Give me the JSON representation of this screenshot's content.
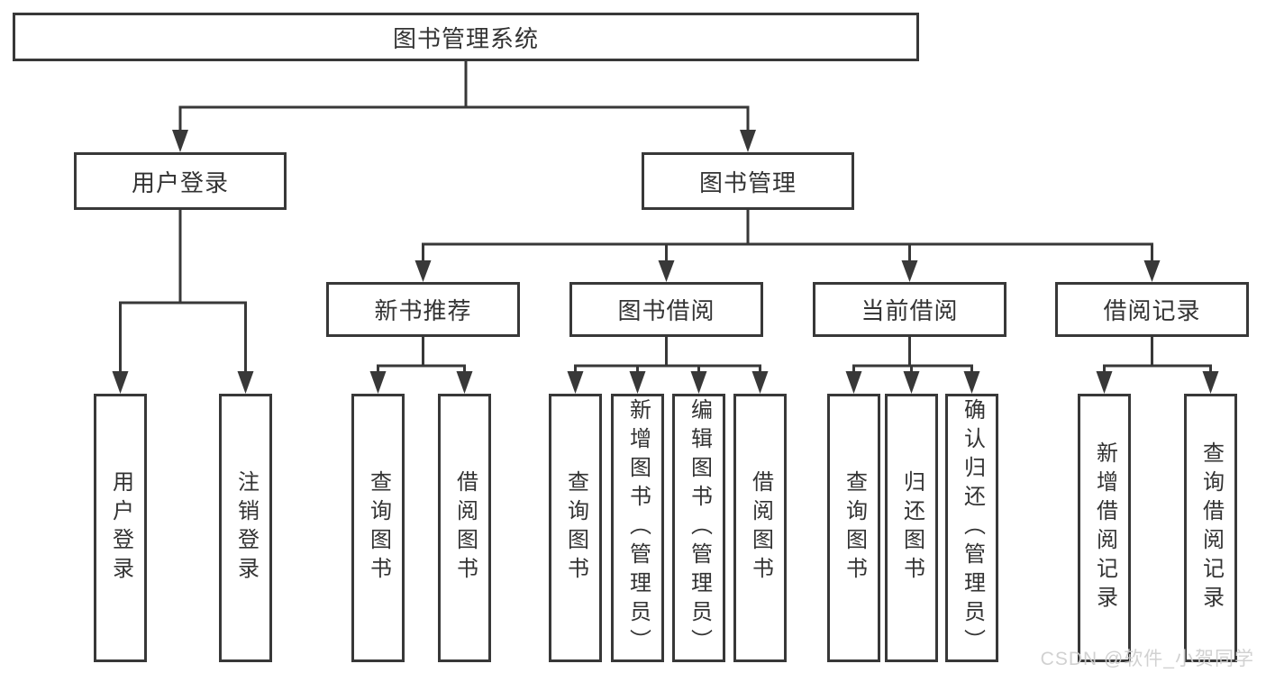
{
  "diagram": {
    "root_label": "图书管理系统",
    "level2": [
      {
        "label": "用户登录"
      },
      {
        "label": "图书管理"
      }
    ],
    "level3": [
      {
        "label": "新书推荐"
      },
      {
        "label": "图书借阅"
      },
      {
        "label": "当前借阅"
      },
      {
        "label": "借阅记录"
      }
    ],
    "leaves": {
      "user": [
        "用户登录",
        "注销登录"
      ],
      "recommend": [
        "查询图书",
        "借阅图书"
      ],
      "borrow": [
        "查询图书",
        "新增图书（管理员）",
        "编辑图书（管理员）",
        "借阅图书"
      ],
      "current": [
        "查询图书",
        "归还图书",
        "确认归还（管理员）"
      ],
      "records": [
        "新增借阅记录",
        "查询借阅记录"
      ]
    }
  },
  "watermark": {
    "text": "CSDN @软件_小贺同学"
  },
  "colors": {
    "line": "#383838",
    "box_border": "#383838",
    "text": "#333333",
    "watermark": "#cfcfcf",
    "background": "#ffffff"
  }
}
